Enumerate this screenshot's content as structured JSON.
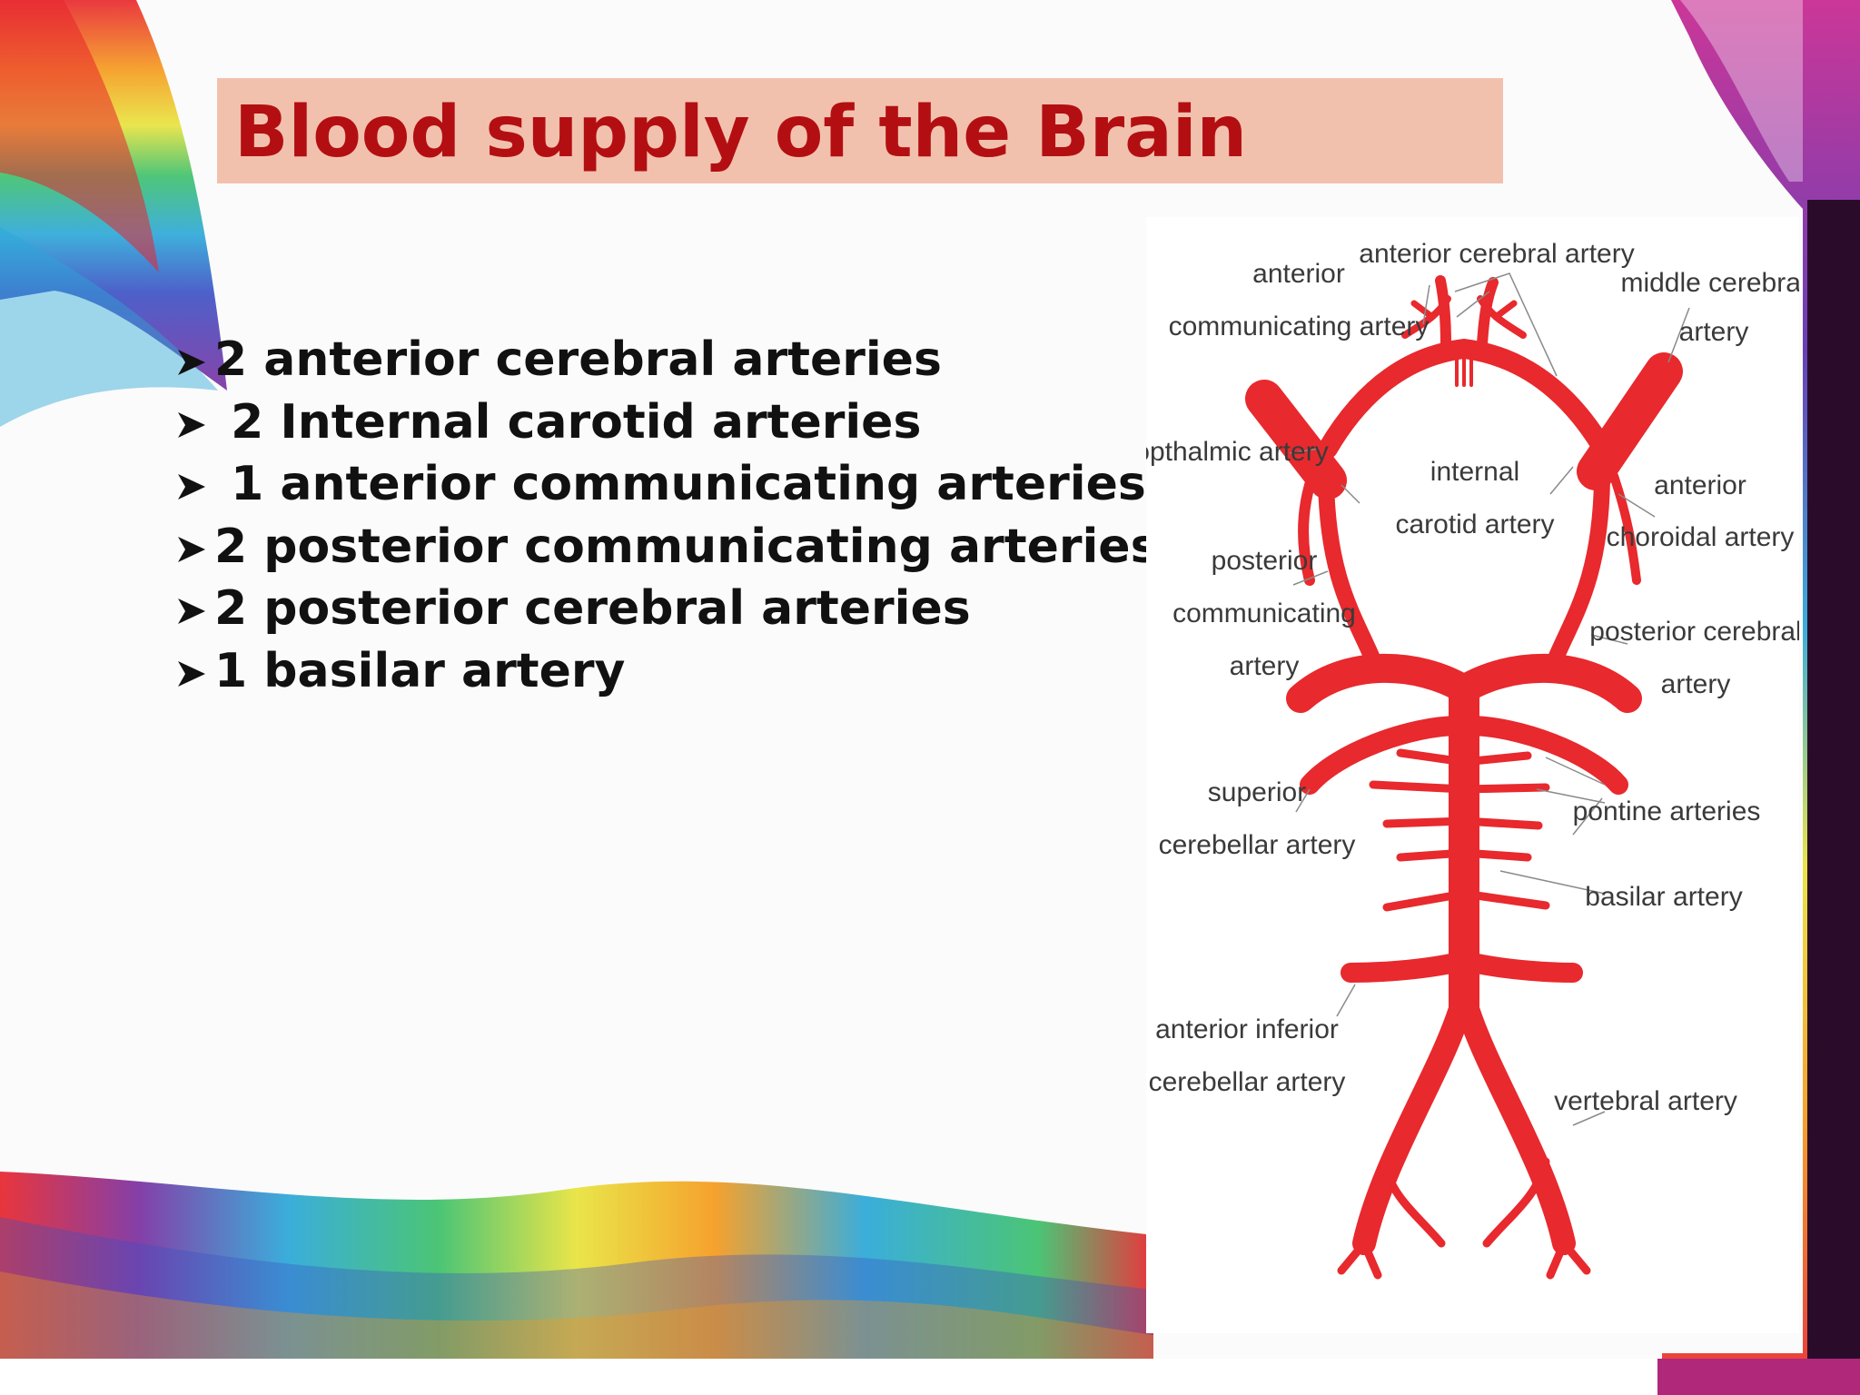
{
  "slide": {
    "title": "Blood supply of the Brain",
    "accent_color": "#b30f12",
    "title_background": "#f2c1ad",
    "bullet_icon": "arrowhead-bullet-icon",
    "bullets": [
      "2 anterior cerebral arteries",
      " 2 Internal carotid arteries",
      " 1 anterior communicating arteries",
      "2 posterior communicating arteries",
      "2 posterior cerebral arteries",
      "1 basilar artery"
    ]
  },
  "diagram": {
    "artery_color": "#e8292d",
    "labels": {
      "anterior_cerebral_artery": "anterior cerebral artery",
      "anterior_communicating_1": "anterior",
      "anterior_communicating_2": "communicating artery",
      "middle_cerebral_1": "middle cerebral",
      "middle_cerebral_2": "artery",
      "opthalmic_artery": "opthalmic artery",
      "internal_carotid_1": "internal",
      "internal_carotid_2": "carotid artery",
      "anterior_choroidal_1": "anterior",
      "anterior_choroidal_2": "choroidal artery",
      "posterior_communicating_1": "posterior",
      "posterior_communicating_2": "communicating",
      "posterior_communicating_3": "artery",
      "posterior_cerebral_1": "posterior cerebral",
      "posterior_cerebral_2": "artery",
      "superior_cerebellar_1": "superior",
      "superior_cerebellar_2": "cerebellar artery",
      "pontine_arteries": "pontine arteries",
      "basilar_artery": "basilar artery",
      "anterior_inferior_1": "anterior inferior",
      "anterior_inferior_2": "cerebellar artery",
      "vertebral_artery": "vertebral artery"
    }
  }
}
